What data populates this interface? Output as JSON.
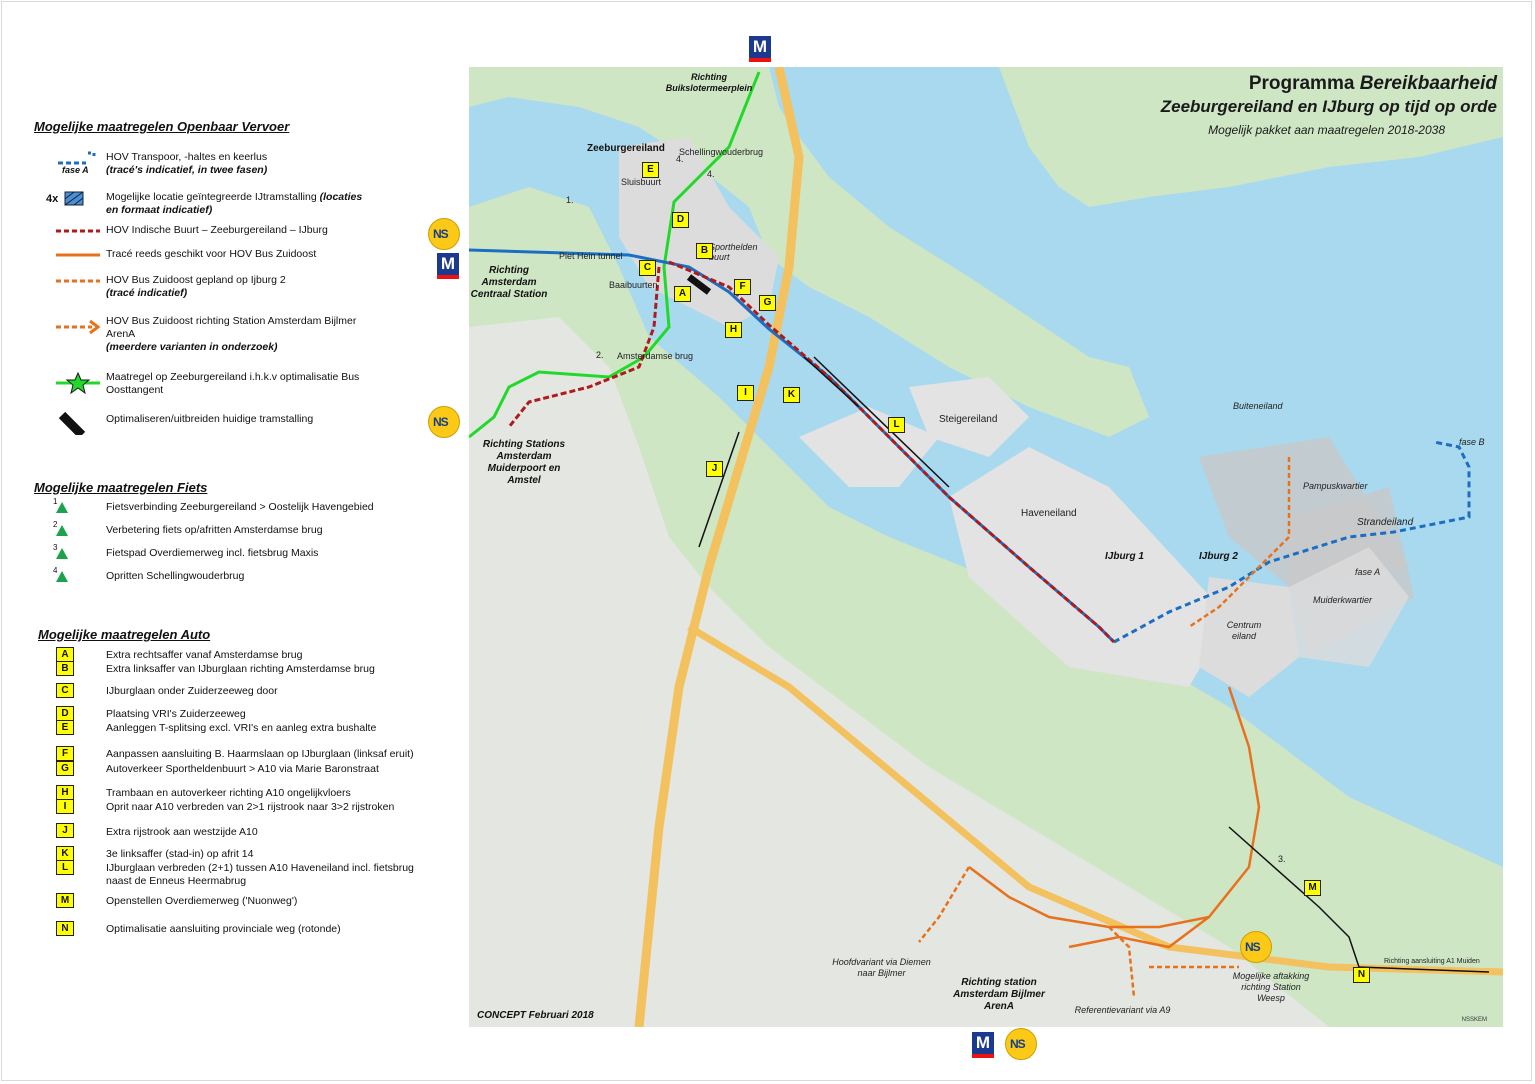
{
  "header": {
    "title_plain": "Programma",
    "title_italic": "Bereikbaarheid",
    "subtitle": "Zeeburgereiland en IJburg op tijd op orde",
    "tagline": "Mogelijk pakket aan maatregelen 2018-2038",
    "concept": "CONCEPT Februari 2018",
    "credit": "NSSKEM"
  },
  "colors": {
    "water": "#a9d9ee",
    "land": "#cfe6c5",
    "urban": "#e6e6e6",
    "highway": "#f3c15e",
    "tram": "#1b6ec2",
    "hov_bus": "#b01a1a",
    "bus_zuidoost": "#e8721c",
    "bus_oosttangent": "#22d82b",
    "marker_yellow": "#ffff00",
    "bike_triangle": "#1aa34a"
  },
  "legend": {
    "ov": {
      "heading": "Mogelijke maatregelen Openbaar Vervoer",
      "items": [
        {
          "text": "HOV Transpoor, -haltes en keerlus",
          "sub": "(tracé's indicatief, in twee fasen)",
          "symbol_label": "fase A"
        },
        {
          "text": "Mogelijke locatie geïntegreerde IJtramstalling",
          "sub_inline": "(locaties",
          "sub": "en formaat indicatief)",
          "symbol_label": "4x"
        },
        {
          "text": "HOV Indische Buurt – Zeeburgereiland – IJburg"
        },
        {
          "text": "Tracé reeds geschikt voor HOV Bus Zuidoost"
        },
        {
          "text": "HOV Bus Zuidoost gepland op Ijburg 2",
          "sub": "(tracé indicatief)"
        },
        {
          "text": "HOV Bus Zuidoost richting Station Amsterdam Bijlmer",
          "text2": "ArenA",
          "sub": "(meerdere varianten in onderzoek)"
        },
        {
          "text": "Maatregel op Zeeburgereiland i.h.k.v optimalisatie Bus",
          "text2": "Oosttangent"
        },
        {
          "text": "Optimaliseren/uitbreiden huidige tramstalling"
        }
      ]
    },
    "fiets": {
      "heading": "Mogelijke maatregelen Fiets",
      "items": [
        {
          "num": "1",
          "text": "Fietsverbinding Zeeburgereiland > Oostelijk Havengebied"
        },
        {
          "num": "2",
          "text": "Verbetering fiets op/afritten Amsterdamse brug"
        },
        {
          "num": "3",
          "text": "Fietspad Overdiemerweg incl. fietsbrug Maxis"
        },
        {
          "num": "4",
          "text": "Opritten Schellingwouderbrug"
        }
      ]
    },
    "auto": {
      "heading": "Mogelijke maatregelen Auto",
      "items": [
        {
          "letter": "A",
          "text": "Extra rechtsaffer vanaf Amsterdamse brug"
        },
        {
          "letter": "B",
          "text": "Extra linksaffer van IJburglaan richting Amsterdamse brug"
        },
        {
          "letter": "C",
          "text": "IJburglaan onder Zuiderzeeweg door"
        },
        {
          "letter": "D",
          "text": "Plaatsing VRI's Zuiderzeeweg"
        },
        {
          "letter": "E",
          "text": "Aanleggen T-splitsing excl. VRI's en aanleg extra bushalte"
        },
        {
          "letter": "F",
          "text": "Aanpassen aansluiting B. Haarmslaan op IJburglaan (linksaf eruit)"
        },
        {
          "letter": "G",
          "text": "Autoverkeer Sportheldenbuurt > A10 via Marie Baronstraat"
        },
        {
          "letter": "H",
          "text": "Trambaan en autoverkeer richting A10 ongelijkvloers"
        },
        {
          "letter": "I",
          "text": "Oprit naar A10 verbreden van 2>1 rijstrook naar 3>2 rijstroken"
        },
        {
          "letter": "J",
          "text": "Extra rijstrook aan westzijde A10"
        },
        {
          "letter": "K",
          "text": "3e linksaffer (stad-in) op afrit 14"
        },
        {
          "letter": "L",
          "text": "IJburglaan verbreden (2+1)  tussen A10 Haveneiland incl. fietsbrug",
          "text2": "naast de Enneus Heermabrug"
        },
        {
          "letter": "M",
          "text": "Openstellen Overdiemerweg ('Nuonweg')"
        },
        {
          "letter": "N",
          "text": "Optimalisatie aansluiting provinciale weg (rotonde)"
        }
      ]
    }
  },
  "map": {
    "places": {
      "zeeburgereiland": "Zeeburgereiland",
      "sluisbuurt": "Sluisbuurt",
      "sporthelden": "Sporthelden buurt",
      "baaibuurten": "Baaibuurten",
      "piet_hein": "Piet Hein tunnel",
      "amsterdamse_brug": "Amsterdamse brug",
      "schellingwouderbrug": "Schellingwouderbrug",
      "steigereiland": "Steigereiland",
      "haveneiland": "Haveneiland",
      "ijburg1": "IJburg 1",
      "ijburg2": "IJburg 2",
      "buiteneiland": "Buiteneiland",
      "pampuskwartier": "Pampuskwartier",
      "strandeiland": "Strandeiland",
      "muiderkwartier": "Muiderkwartier",
      "centrum_eiland": "Centrum eiland",
      "fase_a": "fase A",
      "fase_b": "fase B"
    },
    "directions": {
      "buiksloter": "Richting Buikslotermeerplein",
      "centraal": "Richting Amsterdam Centraal Station",
      "muiderpoort": "Richting Stations Amsterdam Muiderpoort en Amstel",
      "bijlmer": "Richting station Amsterdam Bijlmer ArenA",
      "hoofdvariant": "Hoofdvariant via Diemen naar Bijlmer",
      "referentie": "Referentievariant via A9",
      "weesp": "Mogelijke aftakking richting Station Weesp",
      "a1": "Richting aansluiting A1 Muiden"
    },
    "markers": [
      "A",
      "B",
      "C",
      "D",
      "E",
      "F",
      "G",
      "H",
      "I",
      "J",
      "K",
      "L",
      "M",
      "N"
    ],
    "bike_numbers": [
      "1.",
      "2.",
      "3.",
      "4.",
      "4."
    ],
    "ns_logo": "NS",
    "metro_logo": "M"
  }
}
